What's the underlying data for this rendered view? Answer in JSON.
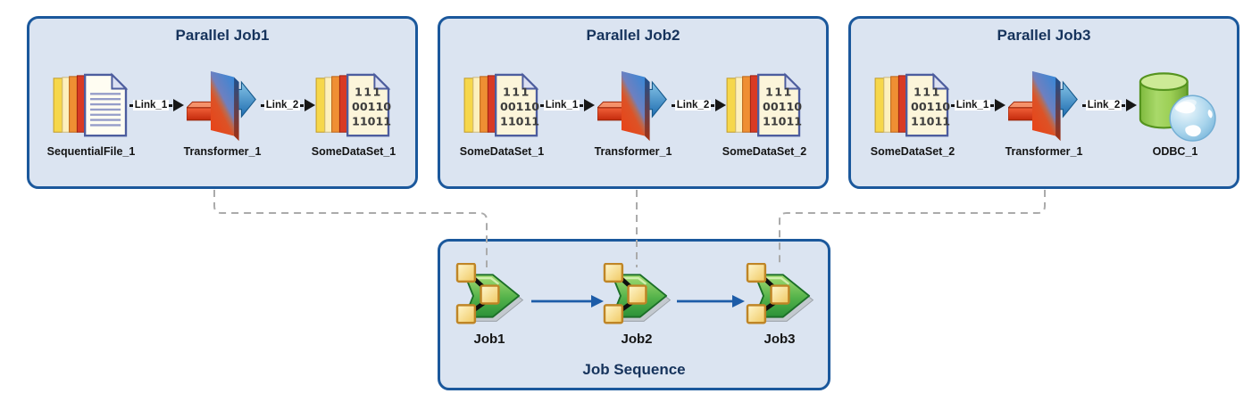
{
  "parallel_jobs": [
    {
      "title": "Parallel Job1",
      "stages": [
        {
          "name": "SequentialFile_1"
        },
        {
          "name": "Transformer_1"
        },
        {
          "name": "SomeDataSet_1"
        }
      ],
      "links": [
        {
          "label": "Link_1"
        },
        {
          "label": "Link_2"
        }
      ]
    },
    {
      "title": "Parallel Job2",
      "stages": [
        {
          "name": "SomeDataSet_1"
        },
        {
          "name": "Transformer_1"
        },
        {
          "name": "SomeDataSet_2"
        }
      ],
      "links": [
        {
          "label": "Link_1"
        },
        {
          "label": "Link_2"
        }
      ]
    },
    {
      "title": "Parallel Job3",
      "stages": [
        {
          "name": "SomeDataSet_2"
        },
        {
          "name": "Transformer_1"
        },
        {
          "name": "ODBC_1"
        }
      ],
      "links": [
        {
          "label": "Link_1"
        },
        {
          "label": "Link_2"
        }
      ]
    }
  ],
  "job_sequence": {
    "title": "Job Sequence",
    "jobs": [
      {
        "label": "Job1"
      },
      {
        "label": "Job2"
      },
      {
        "label": "Job3"
      }
    ]
  },
  "dataset_icon_text": {
    "line1": "111",
    "line2": "00110",
    "line3": "11011"
  },
  "colors": {
    "canvas_bg": "#ffffff",
    "box_fill": "#dbe4f1",
    "box_border": "#1b589c",
    "title_text": "#16335c",
    "label_text": "#141414",
    "link_line": "#161616",
    "dashed_connector": "#ababab",
    "sequence_arrow": "#1d5ca8"
  }
}
